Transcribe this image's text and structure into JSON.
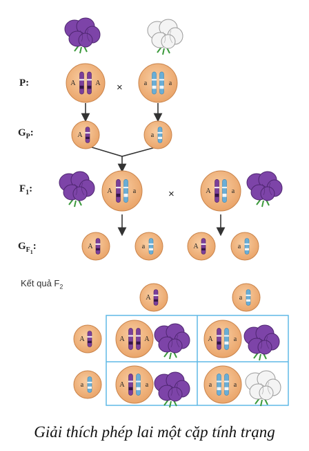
{
  "labels": {
    "p": "P:",
    "cross": "×",
    "gp": "G",
    "gp_sub": "P",
    "f1": "F",
    "f1_sub": "1",
    "gf1": "G",
    "gf1_sub": "F",
    "gf1_subsub": "1",
    "f2_result": "Kết quả F",
    "f2_sub": "2"
  },
  "alleles": {
    "dominant": "A",
    "recessive": "a"
  },
  "colors": {
    "dominant_chromosome": "#7b3f9a",
    "recessive_chromosome": "#6aaed6",
    "cell_fill": "#f2b47e",
    "cell_stroke": "#c9834a",
    "purple_flower": "#7d44a8",
    "white_flower": "#f4f4f4",
    "punnett_border": "#5fb8e6"
  },
  "caption": "Giải thích phép lai một cặp tính trạng"
}
